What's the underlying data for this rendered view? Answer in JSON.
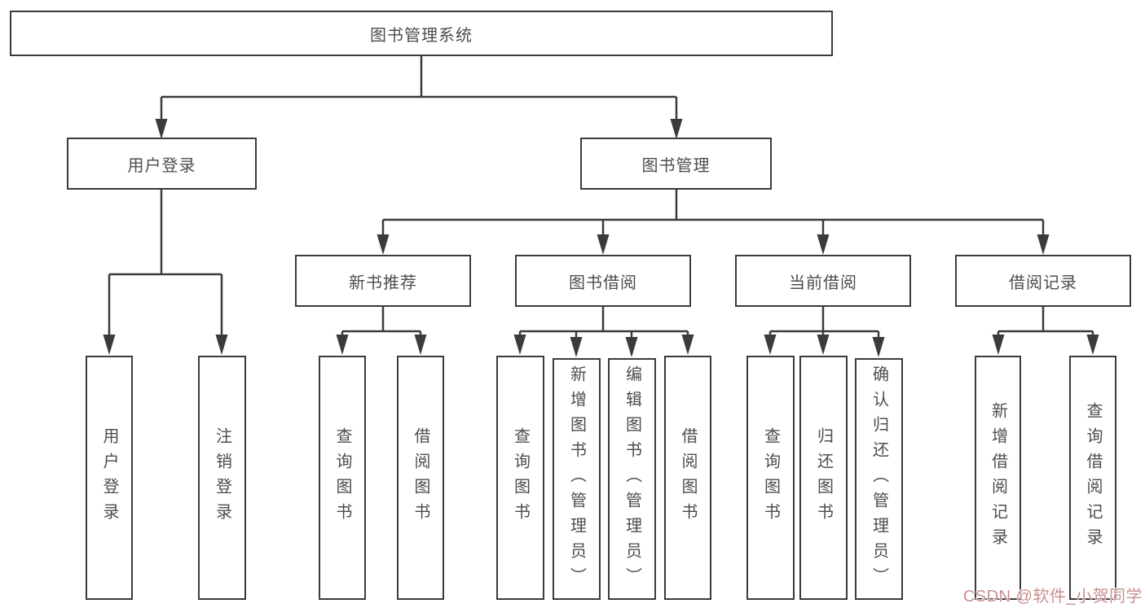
{
  "tree": {
    "root": {
      "label": "图书管理系统"
    },
    "user_login": {
      "label": "用户登录",
      "children": [
        {
          "label": "用户登录"
        },
        {
          "label": "注销登录"
        }
      ]
    },
    "book_mgmt": {
      "label": "图书管理",
      "sections": [
        {
          "label": "新书推荐",
          "children": [
            {
              "label": "查询图书"
            },
            {
              "label": "借阅图书"
            }
          ]
        },
        {
          "label": "图书借阅",
          "children": [
            {
              "label": "查询图书"
            },
            {
              "label": "新增图书（管理员）"
            },
            {
              "label": "编辑图书（管理员）"
            },
            {
              "label": "借阅图书"
            }
          ]
        },
        {
          "label": "当前借阅",
          "children": [
            {
              "label": "查询图书"
            },
            {
              "label": "归还图书"
            },
            {
              "label": "确认归还（管理员）"
            }
          ]
        },
        {
          "label": "借阅记录",
          "children": [
            {
              "label": "新增借阅记录"
            },
            {
              "label": "查询借阅记录"
            }
          ]
        }
      ]
    }
  },
  "watermark": {
    "text": "CSDN @软件_小贺同学",
    "color": "#c98f8f"
  },
  "style": {
    "line_color": "#3b3b3b",
    "box_text_color": "#4d4d4d",
    "background": "#ffffff"
  }
}
